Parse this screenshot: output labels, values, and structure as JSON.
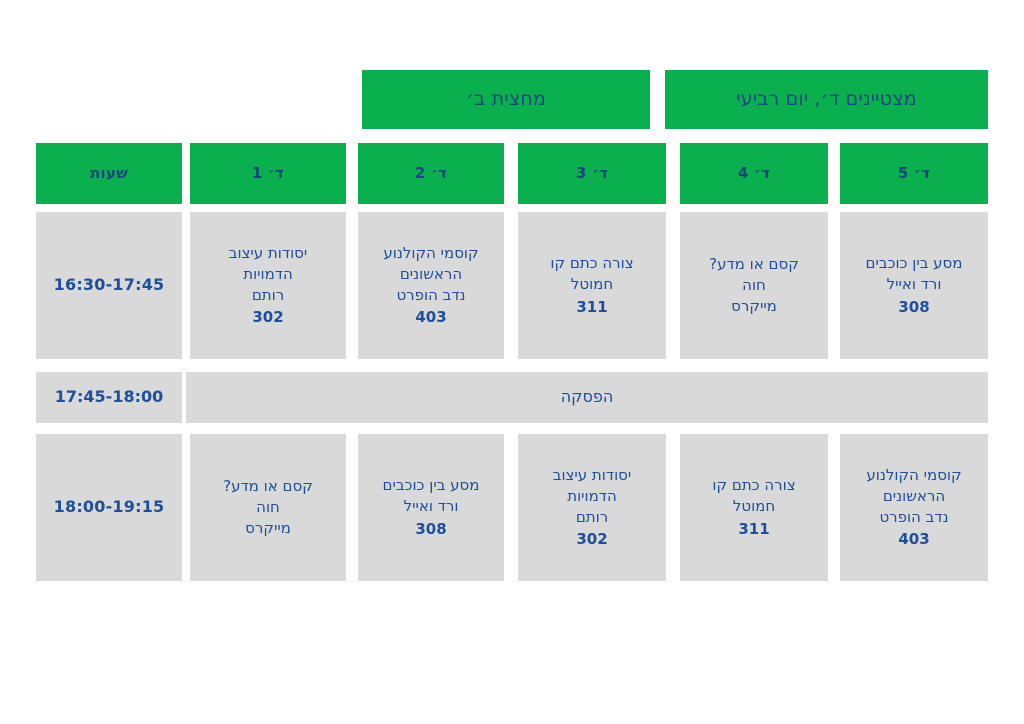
{
  "banners": {
    "semester": "מחצית ב׳",
    "day": "מצטיינים ד׳, יום רביעי"
  },
  "colors": {
    "header_green": "#0ab04e",
    "cell_gray": "#d9d9d9",
    "text_blue": "#1c4f9c",
    "header_text": "#17457f",
    "page_background": "#ffffff"
  },
  "columns": [
    {
      "key": "hours",
      "label": "שעות"
    },
    {
      "key": "d1",
      "label": "ד׳ 1"
    },
    {
      "key": "d2",
      "label": "ד׳ 2"
    },
    {
      "key": "d3",
      "label": "ד׳ 3"
    },
    {
      "key": "d4",
      "label": "ד׳ 4"
    },
    {
      "key": "d5",
      "label": "ד׳ 5"
    }
  ],
  "rows": [
    {
      "type": "lessons",
      "time": "16:30-17:45",
      "cells": {
        "d1": {
          "title": "יסודות עיצוב",
          "subtitle": "הדמויות",
          "teacher": "רותם",
          "room": "302"
        },
        "d2": {
          "title": "קוסמי הקולנוע",
          "subtitle": "הראשונים",
          "teacher": "נדב הופרט",
          "room": "403"
        },
        "d3": {
          "title": "צורה כתם קו",
          "subtitle": "חמוטל",
          "teacher": "",
          "room": "311"
        },
        "d4": {
          "title": "קסם או מדע?",
          "subtitle": "חוה",
          "teacher": "מייקרס",
          "room": ""
        },
        "d5": {
          "title": "מסע בין כוכבים",
          "subtitle": "ורד ואייל",
          "teacher": "",
          "room": "308"
        }
      }
    },
    {
      "type": "break",
      "time": "17:45-18:00",
      "label": "הפסקה"
    },
    {
      "type": "lessons",
      "time": "18:00-19:15",
      "cells": {
        "d1": {
          "title": "קסם או מדע?",
          "subtitle": "חוה",
          "teacher": "מייקרס",
          "room": ""
        },
        "d2": {
          "title": "מסע בין כוכבים",
          "subtitle": "ורד ואייל",
          "teacher": "",
          "room": "308"
        },
        "d3": {
          "title": "יסודות עיצוב",
          "subtitle": "הדמויות",
          "teacher": "רותם",
          "room": "302"
        },
        "d4": {
          "title": "צורה כתם קו",
          "subtitle": "חמוטל",
          "teacher": "",
          "room": "311"
        },
        "d5": {
          "title": "קוסמי הקולנוע",
          "subtitle": "הראשונים",
          "teacher": "נדב הופרט",
          "room": "403"
        }
      }
    }
  ]
}
